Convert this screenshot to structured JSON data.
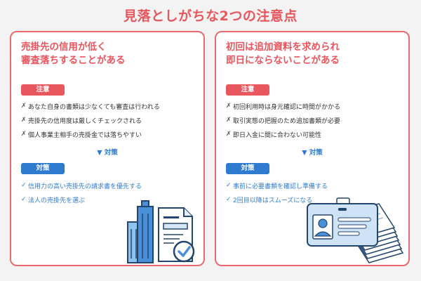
{
  "title": "見落としがちな2つの注意点",
  "cards": [
    {
      "title_lines": [
        "売掛先の信用が低く",
        "審査落ちすることがある"
      ],
      "caution_label": "注意",
      "cautions": [
        "あなた自身の書類は少なくても審査は行われる",
        "売掛先の信用度は厳しくチェックされる",
        "個人事業主相手の売掛金では落ちやすい"
      ],
      "arrow_label": "▼ 対策",
      "measure_label": "対策",
      "measures": [
        "信用力の高い売掛先の請求書を優先する",
        "法人の売掛先を選ぶ"
      ],
      "illustration": "building-and-approved-document-icon"
    },
    {
      "title_lines": [
        "初回は追加資料を求められ",
        "即日にならないことがある"
      ],
      "caution_label": "注意",
      "cautions": [
        "初回利用時は身元確認に時間がかかる",
        "取引実態の把握のため追加書類が必要",
        "即日入金に間に合わない可能性"
      ],
      "arrow_label": "▼ 対策",
      "measure_label": "対策",
      "measures": [
        "事前に必要書類を確認し準備する",
        "2回目以降はスムーズになる"
      ],
      "illustration": "id-card-and-document-stack-icon"
    }
  ],
  "marks": {
    "caution": "✗",
    "measure": "✓"
  },
  "colors": {
    "accent_red": "#e8565e",
    "accent_blue": "#2f7bd0",
    "background": "#f3f3f3"
  }
}
